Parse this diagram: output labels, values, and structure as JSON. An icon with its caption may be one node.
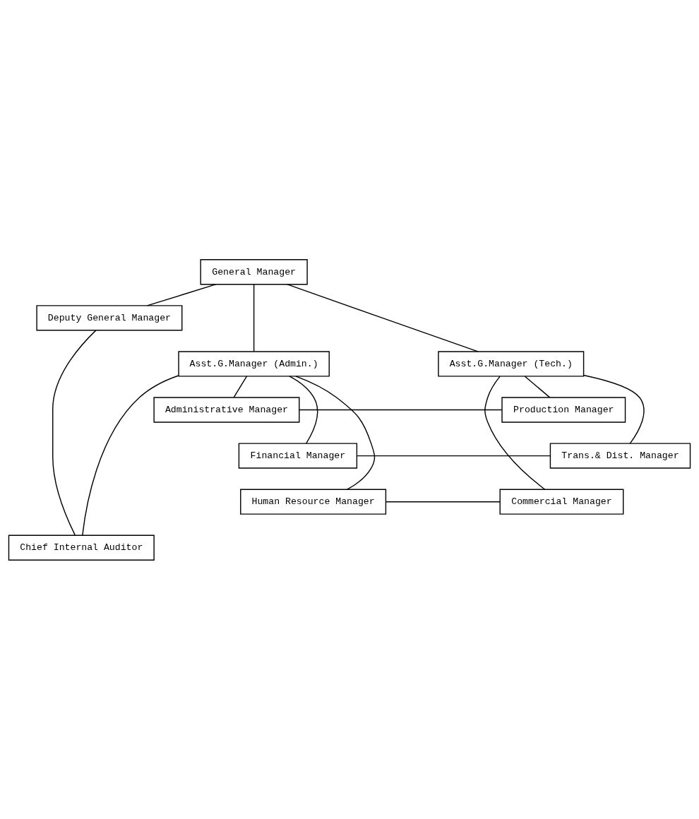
{
  "diagram": {
    "nodes": [
      {
        "text": [
          "General Manager"
        ]
      },
      {
        "text": [
          "Deputy General Manager"
        ]
      },
      {
        "text": [
          "Asst.G.Manager (Admin.)"
        ]
      },
      {
        "text": [
          "Asst.G.Manager (Tech.)"
        ]
      },
      {
        "text": [
          "Administrative Manager"
        ]
      },
      {
        "text": [
          "Production Manager"
        ]
      },
      {
        "text": [
          "Financial Manager"
        ]
      },
      {
        "text": [
          "Trans.& Dist. Manager"
        ]
      },
      {
        "text": [
          "Human Resource Manager"
        ]
      },
      {
        "text": [
          "Commercial Manager"
        ]
      },
      {
        "text": [
          "Chief Internal Auditor"
        ]
      }
    ],
    "edges": [
      {
        "from": 0,
        "to": 1,
        "arrow": "none"
      },
      {
        "from": 0,
        "to": 2,
        "arrow": "none"
      },
      {
        "from": 0,
        "to": 3,
        "arrow": "none"
      },
      {
        "from": 2,
        "to": 4,
        "arrow": "none"
      },
      {
        "from": 2,
        "to": 6,
        "arrow": "none"
      },
      {
        "from": 2,
        "to": 8,
        "arrow": "none"
      },
      {
        "from": 2,
        "to": 10,
        "arrow": "none"
      },
      {
        "from": 3,
        "to": 5,
        "arrow": "none"
      },
      {
        "from": 3,
        "to": 7,
        "arrow": "none"
      },
      {
        "from": 3,
        "to": 9,
        "arrow": "none"
      },
      {
        "from": 1,
        "to": 10,
        "arrow": "none"
      },
      {
        "from": 4,
        "to": 5,
        "arrow": "none"
      },
      {
        "from": 6,
        "to": 7,
        "arrow": "none"
      },
      {
        "from": 8,
        "to": 9,
        "arrow": "none"
      }
    ]
  }
}
